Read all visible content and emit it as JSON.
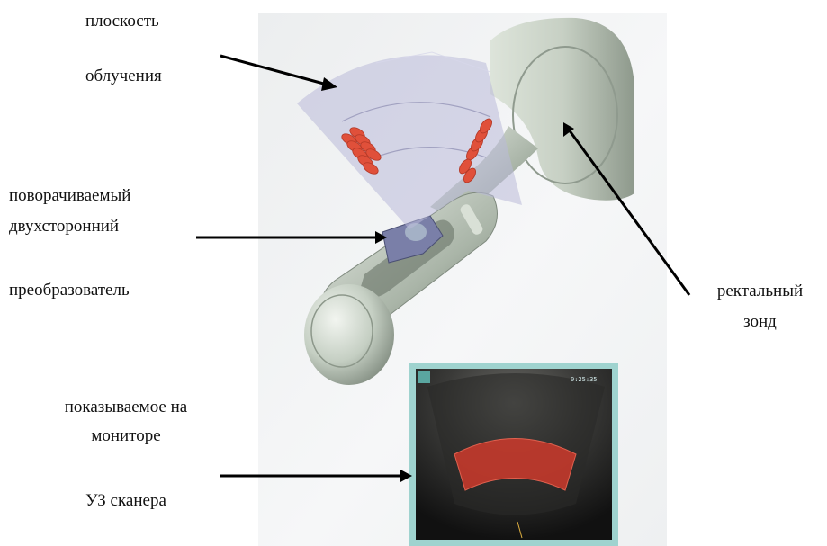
{
  "labels": {
    "irradiation_plane_line1": "плоскость",
    "irradiation_plane_line2": "облучения",
    "transducer_line1": "поворачиваемый",
    "transducer_line2": "двухсторонний",
    "transducer_line3": "преобразователь",
    "probe_line1": "ректальный",
    "probe_line2": "зонд",
    "monitor_line1": "показываемое на",
    "monitor_line2": "мониторе",
    "monitor_line3": "УЗ сканера"
  },
  "monitor": {
    "timer": "0:25:35"
  },
  "colors": {
    "probe_body": "#c9d3c7",
    "beam_plane": "#b9b9d8",
    "seed_red": "#e0503a",
    "monitor_frame": "#9fd3cf",
    "scan_dark": "#161616"
  },
  "icons": [
    "arrow-icon",
    "probe-illustration",
    "ultrasound-image-icon"
  ]
}
